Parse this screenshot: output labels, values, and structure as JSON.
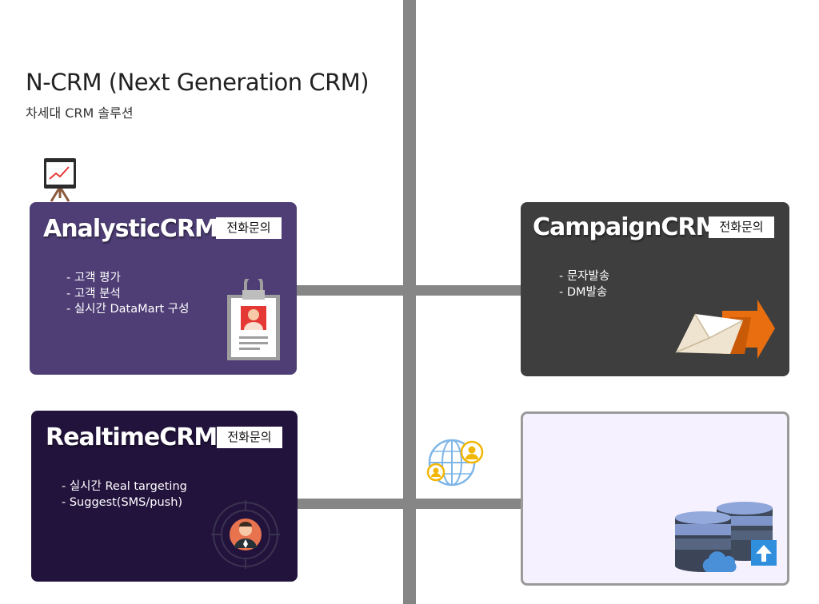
{
  "header": {
    "title": "N-CRM (Next Generation CRM)",
    "subtitle": "차세대 CRM 솔루션"
  },
  "cards": {
    "analytic": {
      "title": "AnalysticCRM",
      "button": "전화문의",
      "features": [
        "- 고객 평가",
        "- 고객 분석",
        "- 실시간 DataMart 구성"
      ]
    },
    "campaign": {
      "title": "CampaignCRM",
      "button": "전화문의",
      "features": [
        "- 문자발송",
        "- DM발송"
      ]
    },
    "realtime": {
      "title": "RealtimeCRM",
      "button": "전화문의",
      "features": [
        "- 실시간 Real targeting",
        "- Suggest(SMS/push)"
      ]
    }
  },
  "icons": {
    "presentation": "presentation-board-icon",
    "id_badge": "id-badge-icon",
    "mail": "mail-send-icon",
    "target": "target-person-icon",
    "globe": "globe-users-icon",
    "database": "database-cloud-upload-icon"
  },
  "colors": {
    "analytic_bg": "#4e3e75",
    "campaign_bg": "#3e3e3e",
    "realtime_bg": "#22133d",
    "data_bg": "#f6f1ff",
    "connector": "#868686",
    "accent_orange": "#e86e10",
    "upload_blue": "#2f8fdc"
  }
}
